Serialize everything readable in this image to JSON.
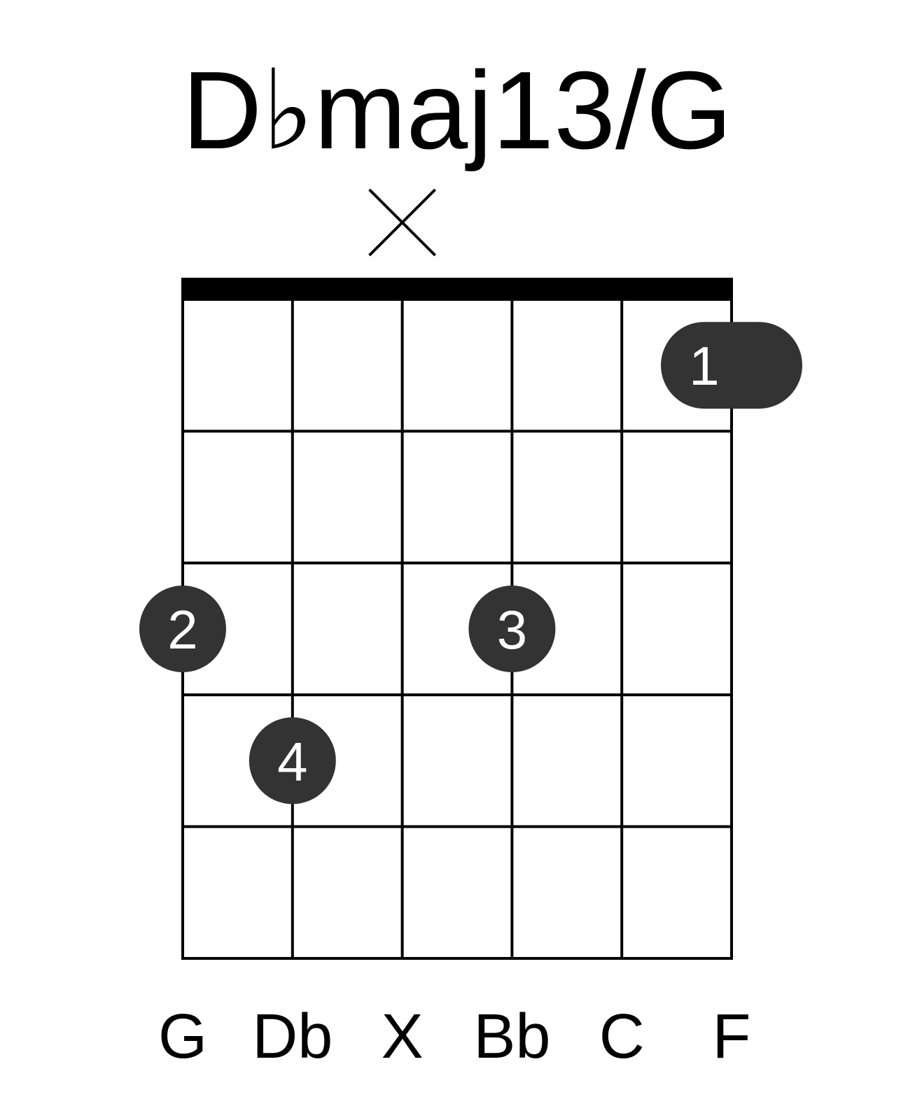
{
  "chord": {
    "name": "D♭maj13/G"
  },
  "diagram": {
    "strings": 6,
    "frets": 5,
    "show_nut": true,
    "colors": {
      "line": "#000000",
      "dot": "#333333",
      "dot_text": "#ffffff",
      "background": "#ffffff"
    },
    "string_markers": [
      {
        "string": 3,
        "type": "muted",
        "icon": "x-mute-icon"
      }
    ],
    "fingers": [
      {
        "label": "1",
        "string": 6,
        "fret": 1
      },
      {
        "label": "2",
        "string": 1,
        "fret": 3
      },
      {
        "label": "3",
        "string": 4,
        "fret": 3
      },
      {
        "label": "4",
        "string": 2,
        "fret": 4
      }
    ],
    "notes": [
      "G",
      "Db",
      "X",
      "Bb",
      "C",
      "F"
    ]
  }
}
